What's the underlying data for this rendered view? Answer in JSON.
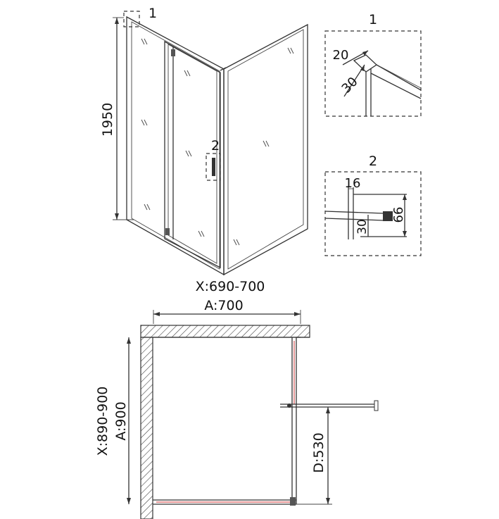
{
  "elevation": {
    "height_label": "1950",
    "width_label": "X:690-700",
    "callout_1": "1",
    "callout_2": "2"
  },
  "detail_1": {
    "title": "1",
    "dim_a": "20",
    "dim_b": "30"
  },
  "detail_2": {
    "title": "2",
    "dim_width": "16",
    "dim_small": "30",
    "dim_height": "66"
  },
  "plan": {
    "label_a": "A:700",
    "label_x": "X:890-900",
    "label_a_side": "A:900",
    "label_d": "D:530"
  },
  "colors": {
    "line": "#333333",
    "accent": "#cc3333"
  }
}
